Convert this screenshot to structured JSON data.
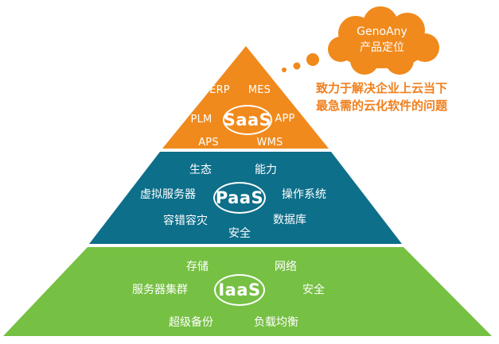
{
  "colors": {
    "saas_fill": "#f08a1d",
    "paas_fill": "#0d6f8a",
    "iaas_fill": "#76c043",
    "cloud_fill": "#f08a1d",
    "tagline": "#f07f1d"
  },
  "callout": {
    "line1": "GenoAny",
    "line2": "产品定位",
    "tagline_line1": "致力于解决企业上云当下",
    "tagline_line2": "最急需的云化软件的问题"
  },
  "saas": {
    "title": "SaaS",
    "items": [
      "ERP",
      "MES",
      "PLM",
      "APP",
      "APS",
      "WMS"
    ]
  },
  "paas": {
    "title": "PaaS",
    "items": [
      "生态",
      "能力",
      "虚拟服务器",
      "操作系统",
      "容错容灾",
      "数据库",
      "安全"
    ]
  },
  "iaas": {
    "title": "IaaS",
    "items": [
      "存储",
      "网络",
      "服务器集群",
      "安全",
      "超级备份",
      "负载均衡"
    ]
  }
}
